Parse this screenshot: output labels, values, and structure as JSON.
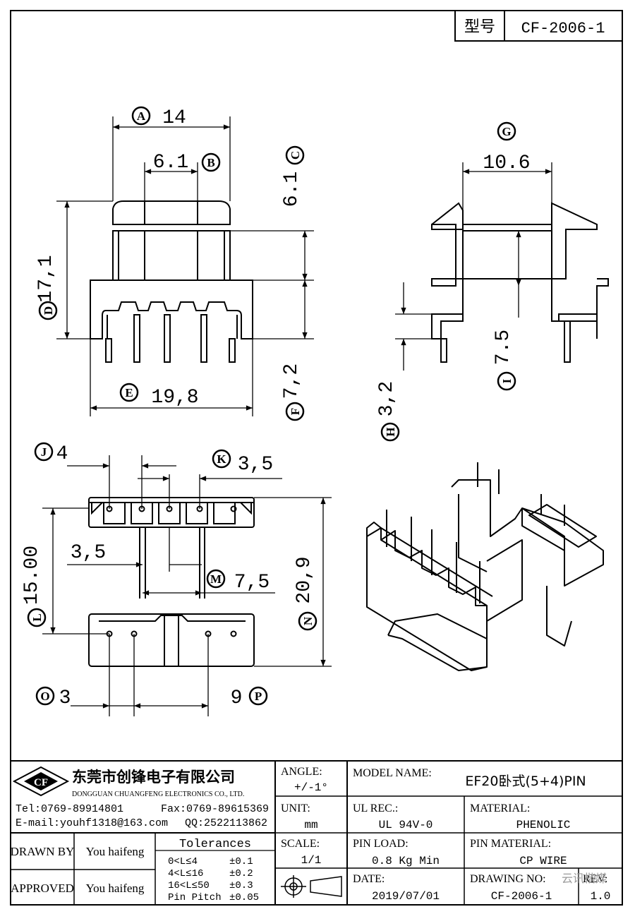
{
  "title_block": {
    "model_label": "型号",
    "model_value": "CF-2006-1"
  },
  "dimensions": {
    "A": "14",
    "B": "6.1",
    "C": "6.1",
    "D": "17,1",
    "E": "19,8",
    "F": "7,2",
    "G": "10.6",
    "H": "3,2",
    "I": "7.5",
    "J": "4",
    "K": "3,5",
    "L": "15.00",
    "M": "7,5",
    "N": "20,9",
    "O": "3",
    "P": "9",
    "inner_gap": "3,5"
  },
  "dim_letters": [
    "A",
    "B",
    "C",
    "D",
    "E",
    "F",
    "G",
    "H",
    "I",
    "J",
    "K",
    "L",
    "M",
    "N",
    "O",
    "P"
  ],
  "company": {
    "logo": "CF",
    "name_cn": "东莞市创锋电子有限公司",
    "name_en": "DONGGUAN CHUANGFENG ELECTRONICS CO., LTD.",
    "tel": "Tel:0769-89914801",
    "fax": "Fax:0769-89615369",
    "email": "E-mail:youhf1318@163.com",
    "qq": "QQ:2522113862"
  },
  "info": {
    "angle_label": "ANGLE:",
    "angle_value": "+/-1°",
    "unit_label": "UNIT:",
    "unit_value": "mm",
    "scale_label": "SCALE:",
    "scale_value": "1/1",
    "model_name_label": "MODEL NAME:",
    "model_name_value": "EF20卧式(5+4)PIN",
    "ul_label": "UL REC.:",
    "ul_value": "UL 94V-0",
    "material_label": "MATERIAL:",
    "material_value": "PHENOLIC",
    "pin_load_label": "PIN LOAD:",
    "pin_load_value": "0.8 Kg Min",
    "pin_material_label": "PIN MATERIAL:",
    "pin_material_value": "CP WIRE",
    "date_label": "DATE:",
    "date_value": "2019/07/01",
    "drawing_no_label": "DRAWING NO:",
    "drawing_no_value": "CF-2006-1",
    "rev_label": "REV:",
    "rev_value": "1.0",
    "watermark": "云讯楷媒"
  },
  "approval": {
    "drawn_by_label": "DRAWN BY",
    "drawn_by_value": "You haifeng",
    "approved_label": "APPROVED",
    "approved_value": "You haifeng"
  },
  "tolerances": {
    "title": "Tolerances",
    "rows": [
      {
        "range": "0<L≤4",
        "tol": "±0.1"
      },
      {
        "range": "4<L≤16",
        "tol": "±0.2"
      },
      {
        "range": "16<L≤50",
        "tol": "±0.3"
      },
      {
        "range": "Pin Pitch",
        "tol": "±0.05"
      }
    ]
  }
}
